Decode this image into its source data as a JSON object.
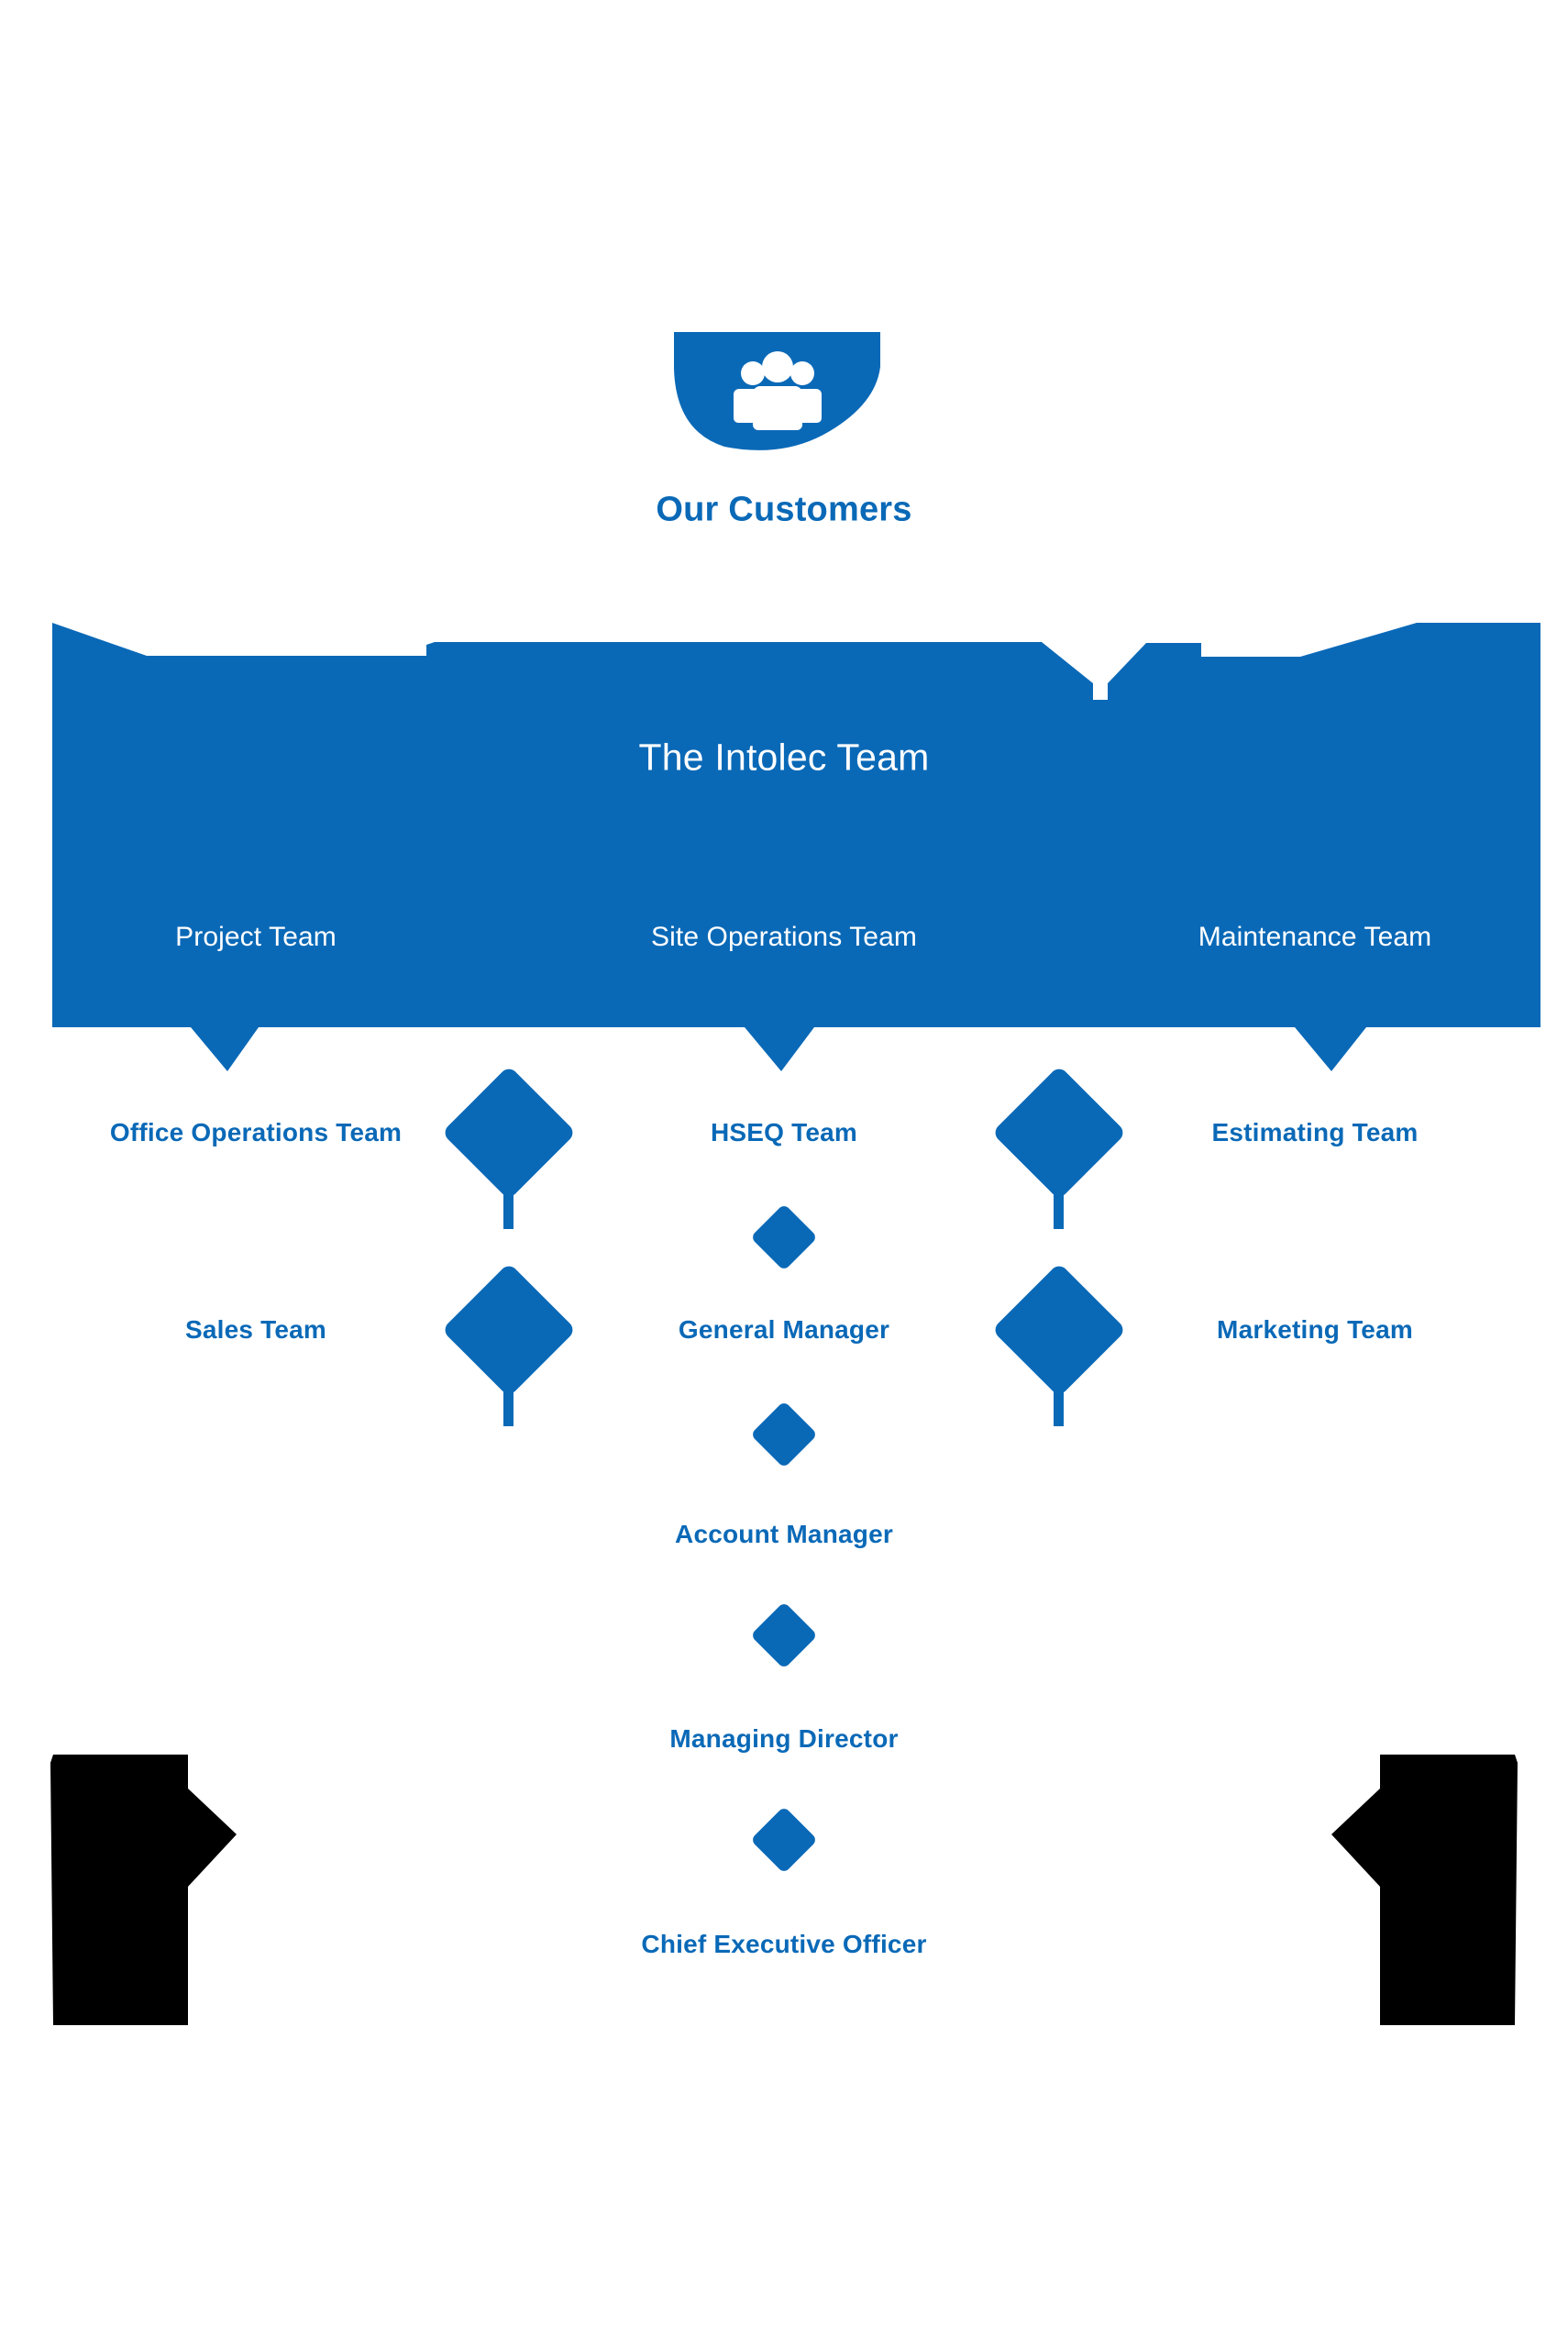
{
  "theme": {
    "blue": "#0A69B7",
    "black": "#000000",
    "white": "#FFFFFF",
    "background": "#FFFFFF"
  },
  "diagram": {
    "type": "organization-chart",
    "orientation": "bottom-up",
    "top": {
      "icon": "people-group-icon",
      "label": "Our Customers"
    },
    "band": {
      "title": "The Intolec Team",
      "teams": [
        {
          "label": "Project Team"
        },
        {
          "label": "Site Operations Team"
        },
        {
          "label": "Maintenance Team"
        }
      ]
    },
    "rows": [
      {
        "left": "Office Operations Team",
        "center": "HSEQ Team",
        "right": "Estimating Team"
      },
      {
        "left": "Sales Team",
        "center": "General Manager",
        "right": "Marketing Team"
      }
    ],
    "spine": [
      {
        "label": "Account Manager"
      },
      {
        "label": "Managing Director"
      },
      {
        "label": "Chief Executive Officer"
      }
    ]
  }
}
